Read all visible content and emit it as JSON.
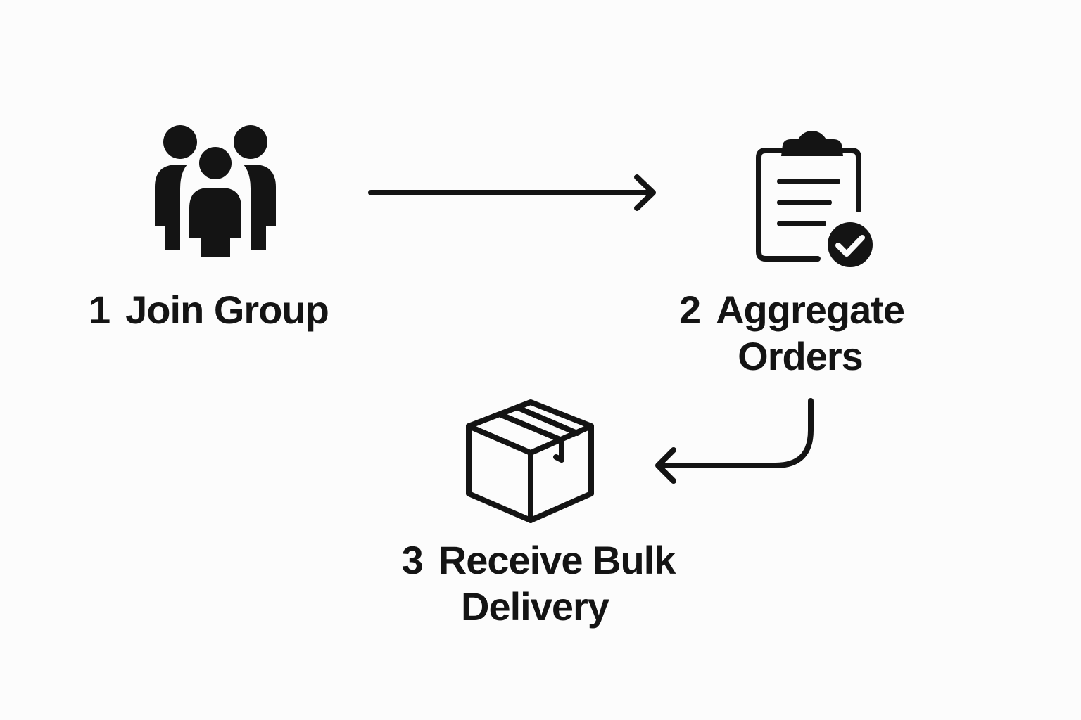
{
  "steps": [
    {
      "number": "1",
      "title_lines": [
        "Join Group"
      ],
      "icon": "people-group-icon"
    },
    {
      "number": "2",
      "title_lines": [
        "Aggregate",
        "Orders"
      ],
      "icon": "clipboard-check-icon"
    },
    {
      "number": "3",
      "title_lines": [
        "Receive Bulk",
        "Delivery"
      ],
      "icon": "package-box-icon"
    }
  ],
  "colors": {
    "background": "#fcfcfc",
    "ink": "#141414"
  }
}
